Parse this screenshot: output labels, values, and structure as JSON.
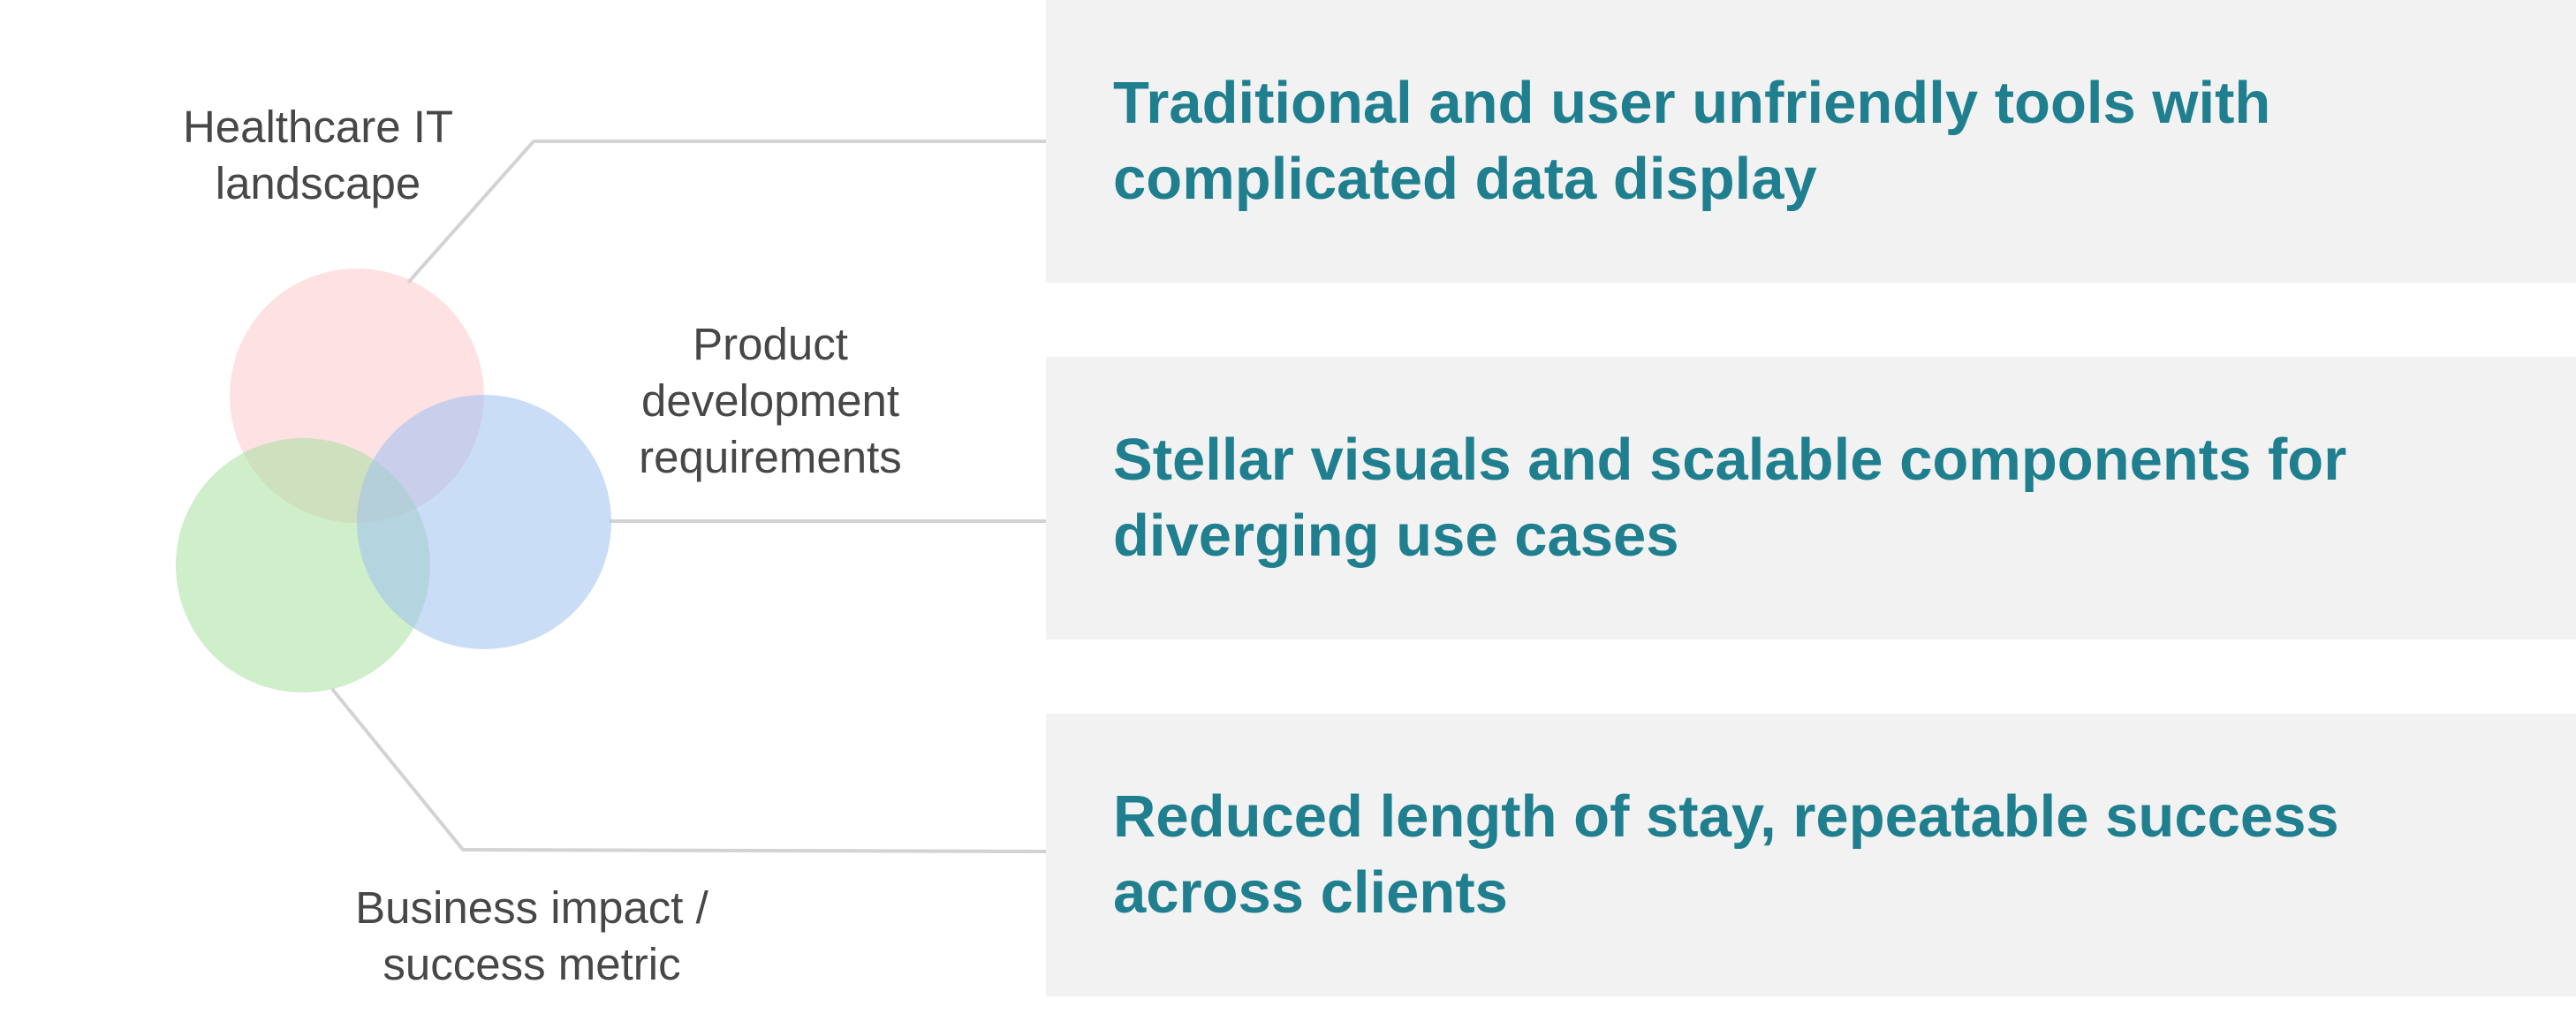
{
  "diagram": {
    "labels": {
      "healthcare": "Healthcare IT\nlandscape",
      "product": "Product\ndevelopment\nrequirements",
      "business": "Business impact /\nsuccess metric"
    },
    "circles": {
      "healthcare_color": "#fcc9cc",
      "product_color": "#9fc1f1",
      "business_color": "#a8e09e"
    },
    "line_color": "#d3d3d3"
  },
  "panels": [
    {
      "text": "Traditional and user unfriendly tools with complicated data display",
      "background": "#f2f2f2",
      "text_color": "#1f7f8f"
    },
    {
      "text": "Stellar visuals and scalable components for diverging use cases",
      "background": "#f2f2f2",
      "text_color": "#1f7f8f"
    },
    {
      "text": "Reduced length of stay, repeatable success across clients",
      "background": "#f2f2f2",
      "text_color": "#1f7f8f"
    }
  ]
}
